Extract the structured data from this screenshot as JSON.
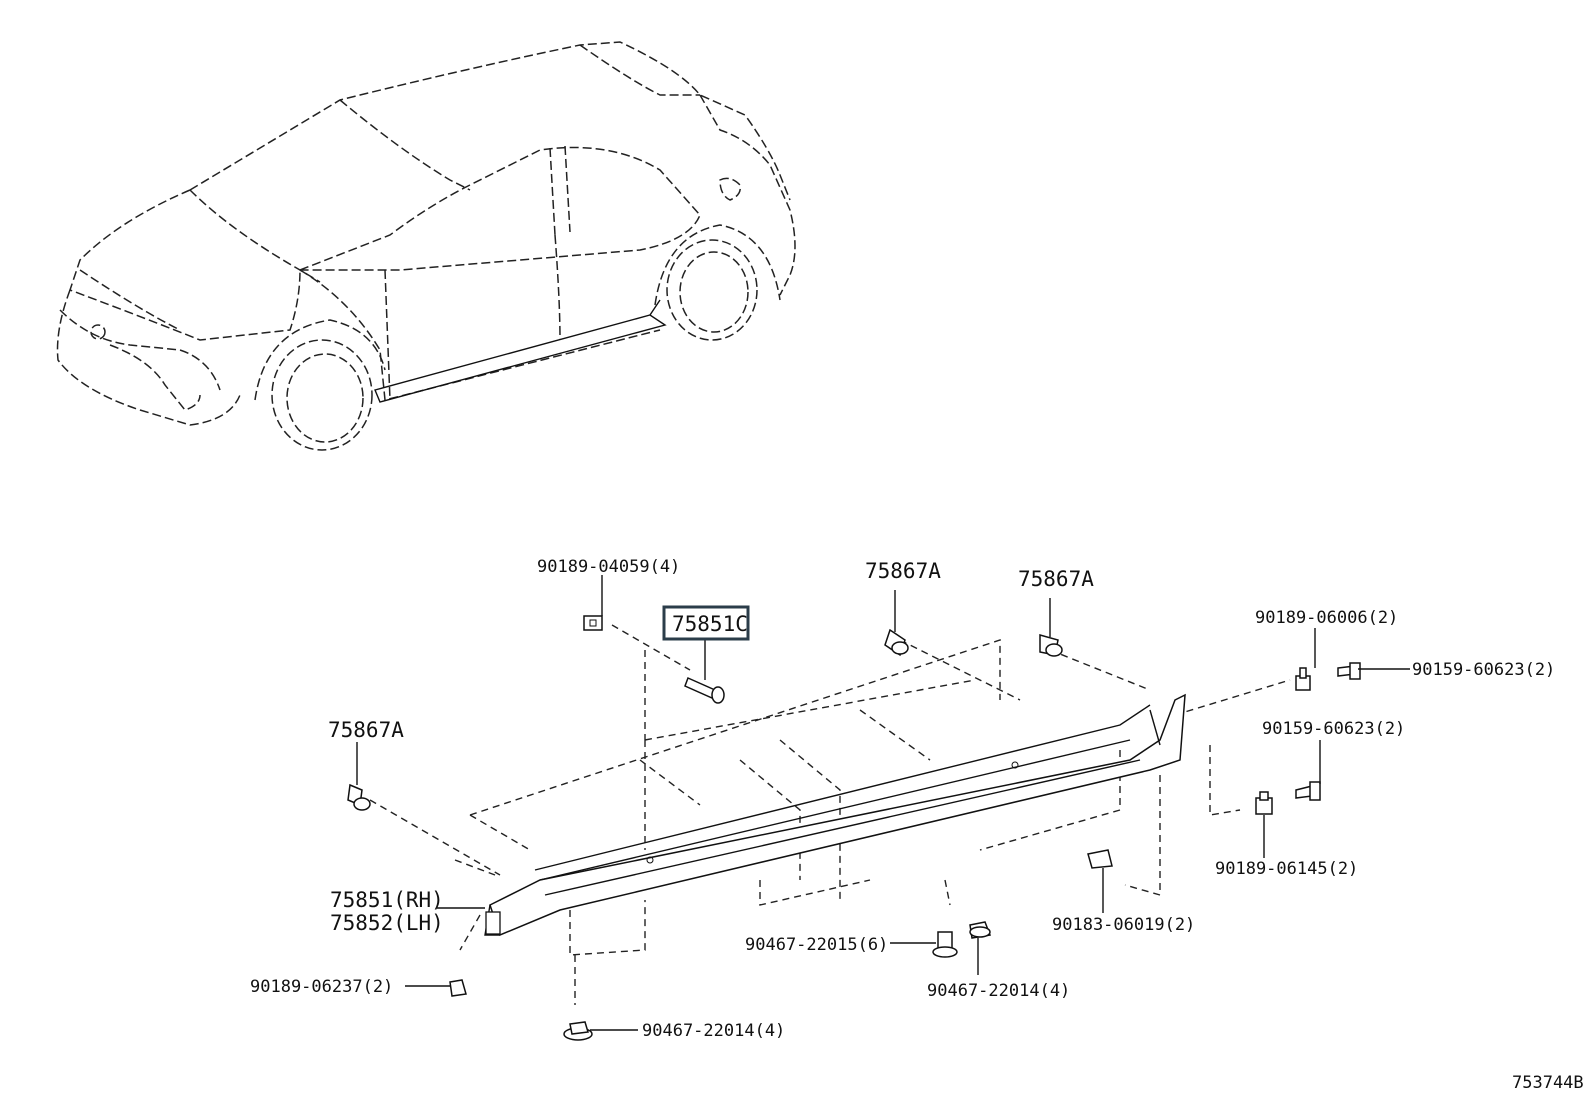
{
  "diagram": {
    "id_code": "753744B",
    "callouts": [
      {
        "key": "c1",
        "text": "90189-04059(4)"
      },
      {
        "key": "c2",
        "text": "75851C",
        "highlighted": true
      },
      {
        "key": "c3",
        "text": "75867A"
      },
      {
        "key": "c4",
        "text": "75867A"
      },
      {
        "key": "c5",
        "text": "90189-06006(2)"
      },
      {
        "key": "c6",
        "text": "90159-60623(2)"
      },
      {
        "key": "c7",
        "text": "75867A"
      },
      {
        "key": "c8",
        "text": "90159-60623(2)"
      },
      {
        "key": "c9",
        "text": "90189-06145(2)"
      },
      {
        "key": "c10",
        "text": "75851(RH)"
      },
      {
        "key": "c11",
        "text": "75852(LH)"
      },
      {
        "key": "c12",
        "text": "90183-06019(2)"
      },
      {
        "key": "c13",
        "text": "90467-22015(6)"
      },
      {
        "key": "c14",
        "text": "90467-22014(4)"
      },
      {
        "key": "c15",
        "text": "90189-06237(2)"
      },
      {
        "key": "c16",
        "text": "90467-22014(4)"
      }
    ],
    "colors": {
      "line": "#111111",
      "highlight_box": "#2b3d4a",
      "background": "#ffffff"
    }
  }
}
